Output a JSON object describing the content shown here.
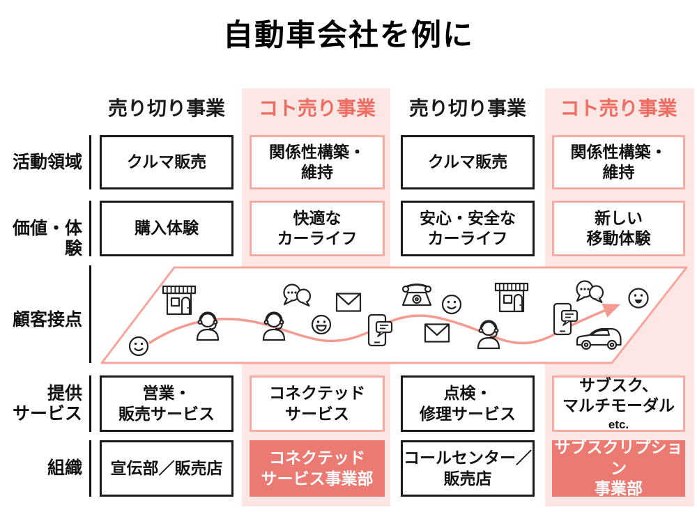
{
  "title": "自動車会社を例に",
  "columns": [
    {
      "label": "売り切り事業",
      "type": "standard"
    },
    {
      "label": "コト売り事業",
      "type": "koto"
    },
    {
      "label": "売り切り事業",
      "type": "standard"
    },
    {
      "label": "コト売り事業",
      "type": "koto"
    }
  ],
  "rows": [
    {
      "label": "活動領域",
      "cells": [
        "クルマ販売",
        "関係性構築・\n維持",
        "クルマ販売",
        "関係性構築・\n維持"
      ]
    },
    {
      "label": "価値・体験",
      "cells": [
        "購入体験",
        "快適な\nカーライフ",
        "安心・安全な\nカーライフ",
        "新しい\n移動体験"
      ]
    },
    {
      "label": "顧客接点"
    },
    {
      "label": "提供\nサービス",
      "cells": [
        "営業・\n販売サービス",
        "コネクテッド\nサービス",
        "点検・\n修理サービス",
        "サブスク、\nマルチモーダル"
      ],
      "etc_label": "etc."
    },
    {
      "label": "組織",
      "cells": [
        "宣伝部／販売店",
        "コネクテッド\nサービス事業部",
        "コールセンター／\n販売店",
        "サブスクリプション\n事業部"
      ]
    }
  ],
  "touchpoint_icons": [
    "smiley-icon",
    "store-icon",
    "headset-agent-icon",
    "headset-agent-icon",
    "chat-bubbles-icon",
    "laughing-smiley-icon",
    "envelope-icon",
    "smartphone-chat-icon",
    "telephone-icon",
    "smiley-icon",
    "envelope-icon",
    "headset-agent-icon",
    "store-icon",
    "smartphone-chat-icon",
    "chat-bubbles-icon",
    "car-icon",
    "smiley-icon"
  ],
  "colors": {
    "koto_header_text": "#ed6d62",
    "koto_column_bg": "#fce7e4",
    "koto_box_border": "#f6aba3",
    "org_box_fill": "#ea7a72",
    "band_outline": "#f7a59d",
    "journey_line": "#f49a91",
    "icon_line": "#222222",
    "text_black": "#111111"
  }
}
